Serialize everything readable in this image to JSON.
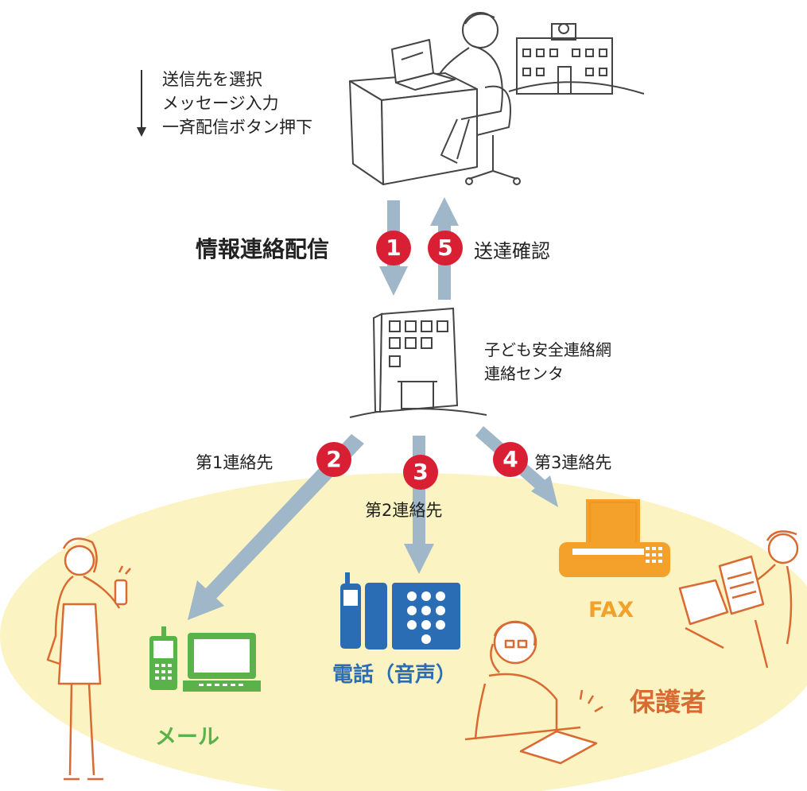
{
  "sender_steps": {
    "step1": "送信先を選択",
    "step2": "メッセージ入力",
    "step3": "一斉配信ボタン押下"
  },
  "flow": {
    "distribute_label": "情報連絡配信",
    "confirm_label": "送達確認",
    "badge_1": "1",
    "badge_5": "5"
  },
  "center": {
    "line1": "子ども安全連絡網",
    "line2": "連絡センタ"
  },
  "contacts": {
    "first": "第1連絡先",
    "second": "第2連絡先",
    "third": "第3連絡先",
    "badge_2": "2",
    "badge_3": "3",
    "badge_4": "4"
  },
  "channels": {
    "mail": "メール",
    "phone": "電話（音声）",
    "fax": "FAX"
  },
  "guardians": "保護者",
  "colors": {
    "arrow": "#9fb7c8",
    "badge": "#d81f34",
    "ellipse": "#fbf3c2",
    "mail_green": "#5ab34a",
    "phone_blue": "#2a6db5",
    "fax_orange": "#f4a12b",
    "figure_orange": "#d96a32"
  },
  "icons": [
    "person-at-laptop-icon",
    "school-building-icon",
    "contact-center-building-icon",
    "mobile-phone-icon",
    "computer-icon",
    "telephone-icon",
    "fax-machine-icon"
  ]
}
